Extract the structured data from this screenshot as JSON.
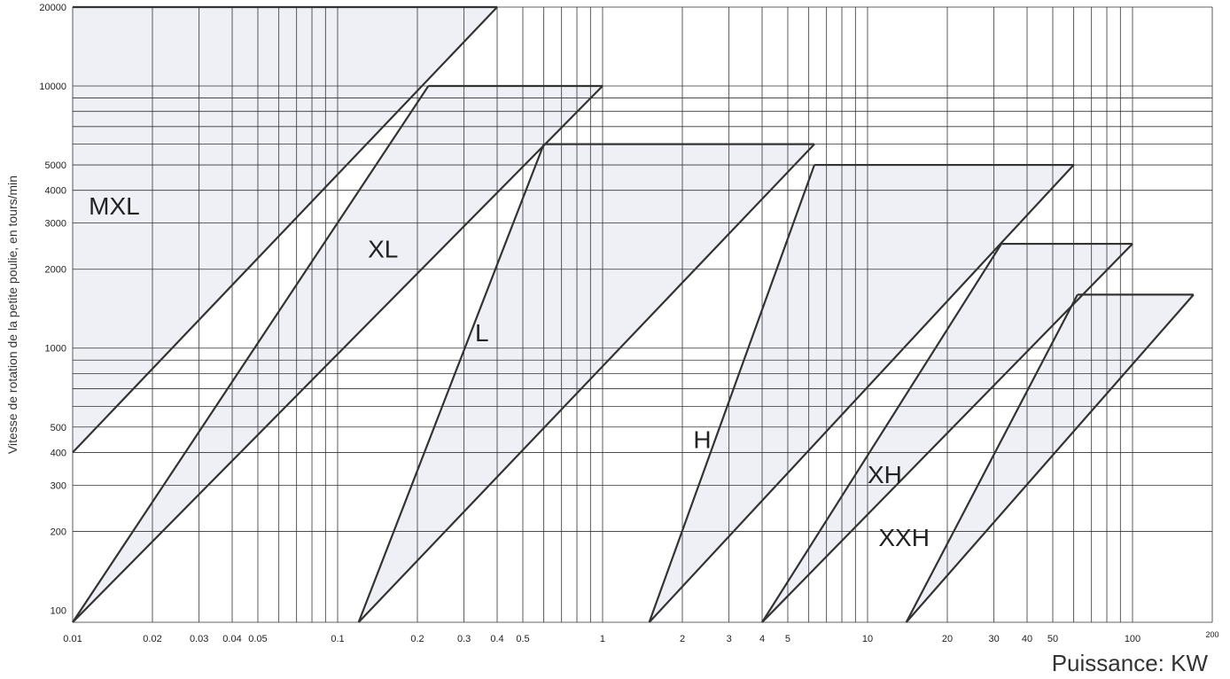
{
  "chart_data": {
    "type": "area",
    "title": "",
    "xlabel": "Puissance: KW",
    "ylabel": "Vitesse de rotation de la petite poulie, en tours/min",
    "x_scale": "log",
    "y_scale": "log",
    "xlim": [
      0.01,
      200
    ],
    "ylim": [
      90,
      20000
    ],
    "grid": true,
    "x_ticks": [
      "0.01",
      "0.02",
      "0.03",
      "0.04",
      "0.05",
      "0.1",
      "0.2",
      "0.3",
      "0.4",
      "0.5",
      "1",
      "2",
      "3",
      "4",
      "5",
      "10",
      "20",
      "30",
      "40",
      "50",
      "100",
      "200"
    ],
    "x_grid": [
      0.01,
      0.02,
      0.03,
      0.04,
      0.05,
      0.06,
      0.07,
      0.08,
      0.09,
      0.1,
      0.2,
      0.3,
      0.4,
      0.5,
      0.6,
      0.7,
      0.8,
      0.9,
      1,
      2,
      3,
      4,
      5,
      6,
      7,
      8,
      9,
      10,
      20,
      30,
      40,
      50,
      60,
      70,
      80,
      90,
      100,
      200
    ],
    "y_ticks": [
      "100",
      "200",
      "300",
      "400",
      "500",
      "1000",
      "2000",
      "3000",
      "4000",
      "5000",
      "10000",
      "20000"
    ],
    "y_grid": [
      90,
      200,
      300,
      400,
      500,
      600,
      700,
      800,
      900,
      1000,
      2000,
      3000,
      4000,
      5000,
      6000,
      7000,
      8000,
      9000,
      10000,
      20000
    ],
    "series": [
      {
        "name": "MXL",
        "polygon": [
          [
            0.01,
            90
          ],
          [
            0.01,
            400
          ],
          [
            0.01,
            20000
          ],
          [
            0.4,
            20000
          ],
          [
            0.01,
            400
          ]
        ],
        "lower_edge": [
          [
            0.01,
            400
          ],
          [
            0.4,
            20000
          ]
        ],
        "upper_edge": [
          [
            0.01,
            90
          ],
          [
            0.22,
            10000
          ]
        ],
        "cap": [
          [
            0.01,
            20000
          ],
          [
            0.4,
            20000
          ]
        ],
        "label_at": [
          0.0115,
          3500
        ]
      },
      {
        "name": "XL",
        "polygon": [
          [
            0.01,
            90
          ],
          [
            1.0,
            10000
          ],
          [
            0.22,
            10000
          ]
        ],
        "lower_edge": [
          [
            0.01,
            90
          ],
          [
            1.0,
            10000
          ]
        ],
        "upper_edge": [
          [
            0.12,
            90
          ],
          [
            0.6,
            6000
          ]
        ],
        "cap": [
          [
            0.22,
            10000
          ],
          [
            1.0,
            10000
          ]
        ],
        "label_at": [
          0.13,
          2400
        ]
      },
      {
        "name": "L",
        "polygon": [
          [
            0.12,
            90
          ],
          [
            6.3,
            6000
          ],
          [
            0.6,
            6000
          ]
        ],
        "lower_edge": [
          [
            0.12,
            90
          ],
          [
            6.3,
            6000
          ]
        ],
        "upper_edge": [
          [
            1.5,
            90
          ],
          [
            6.3,
            5000
          ]
        ],
        "cap": [
          [
            0.6,
            6000
          ],
          [
            6.3,
            6000
          ]
        ],
        "label_at": [
          0.33,
          1150
        ]
      },
      {
        "name": "H",
        "polygon": [
          [
            1.5,
            90
          ],
          [
            60,
            5000
          ],
          [
            6.3,
            5000
          ]
        ],
        "lower_edge": [
          [
            1.5,
            90
          ],
          [
            60,
            5000
          ]
        ],
        "upper_edge": [
          [
            4,
            90
          ],
          [
            32,
            2500
          ]
        ],
        "cap": [
          [
            6.3,
            5000
          ],
          [
            60,
            5000
          ]
        ],
        "label_at": [
          2.2,
          450
        ]
      },
      {
        "name": "XH",
        "polygon": [
          [
            4,
            90
          ],
          [
            100,
            2500
          ],
          [
            32,
            2500
          ]
        ],
        "lower_edge": [
          [
            4,
            90
          ],
          [
            100,
            2500
          ]
        ],
        "upper_edge": [
          [
            14,
            90
          ],
          [
            62,
            1600
          ]
        ],
        "cap": [
          [
            32,
            2500
          ],
          [
            100,
            2500
          ]
        ],
        "label_at": [
          10,
          330
        ]
      },
      {
        "name": "XXH",
        "polygon": [
          [
            14,
            90
          ],
          [
            170,
            1600
          ],
          [
            62,
            1600
          ]
        ],
        "lower_edge": [
          [
            14,
            90
          ],
          [
            170,
            1600
          ]
        ],
        "cap": [
          [
            62,
            1600
          ],
          [
            170,
            1600
          ]
        ],
        "label_at": [
          11,
          190
        ]
      }
    ]
  },
  "colors": {
    "band_fill": "#eef0f6",
    "line": "#333333",
    "text": "#222222"
  }
}
